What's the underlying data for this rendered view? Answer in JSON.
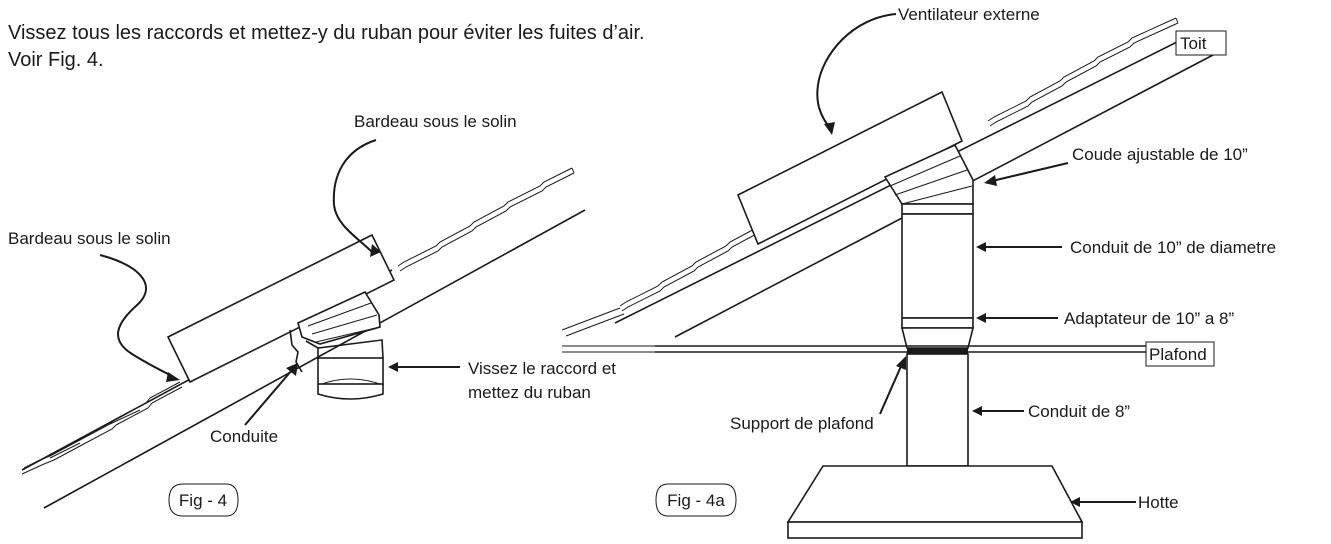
{
  "intro": {
    "line1": "Vissez tous les raccords et mettez-y du ruban pour éviter les fuites d’air.",
    "line2": "Voir Fig. 4."
  },
  "fig4": {
    "caption": "Fig - 4",
    "label_shingle_top": "Bardeau sous le solin",
    "label_shingle_left": "Bardeau sous le solin",
    "label_screw_line1": "Vissez le raccord et",
    "label_screw_line2": "mettez du ruban",
    "label_duct": "Conduite"
  },
  "fig4a": {
    "caption": "Fig - 4a",
    "label_fan": "Ventilateur externe",
    "label_roof": "Toit",
    "label_elbow": "Coude ajustable de 10”",
    "label_duct10": "Conduit de 10” de diametre",
    "label_adapter": "Adaptateur de 10” a 8”",
    "label_ceiling": "Plafond",
    "label_support": "Support de plafond",
    "label_duct8": "Conduit de 8”",
    "label_hood": "Hotte"
  }
}
